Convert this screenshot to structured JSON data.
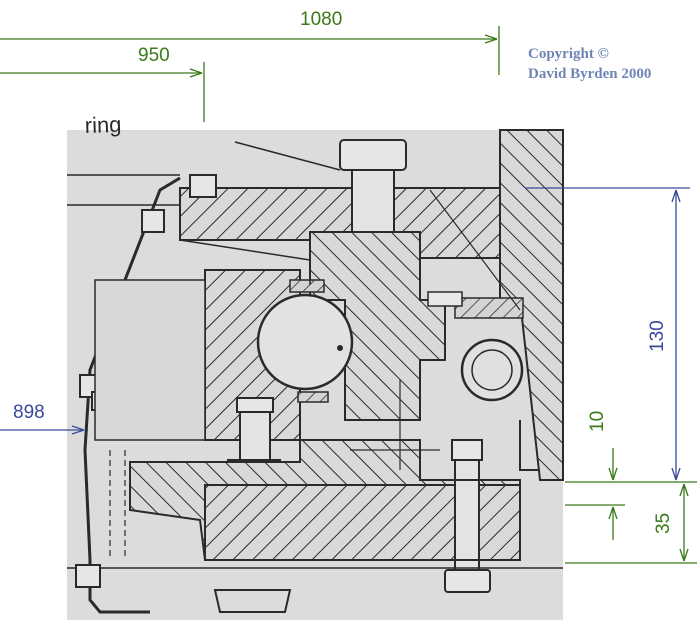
{
  "copyright": {
    "line1": "Copyright ©",
    "line2": "David Byrden 2000",
    "color": "#6f86b4"
  },
  "dimensions": {
    "d1080": "1080",
    "d950": "950",
    "d898": "898",
    "d130": "130",
    "d10": "10",
    "d35": "35"
  },
  "colors": {
    "green": "#3a7a1a",
    "blue": "#3a4a9a",
    "drawing_bg": "#dcdcdc",
    "ink": "#2a2a2a"
  },
  "drawing": {
    "label_fragment": "ring"
  }
}
